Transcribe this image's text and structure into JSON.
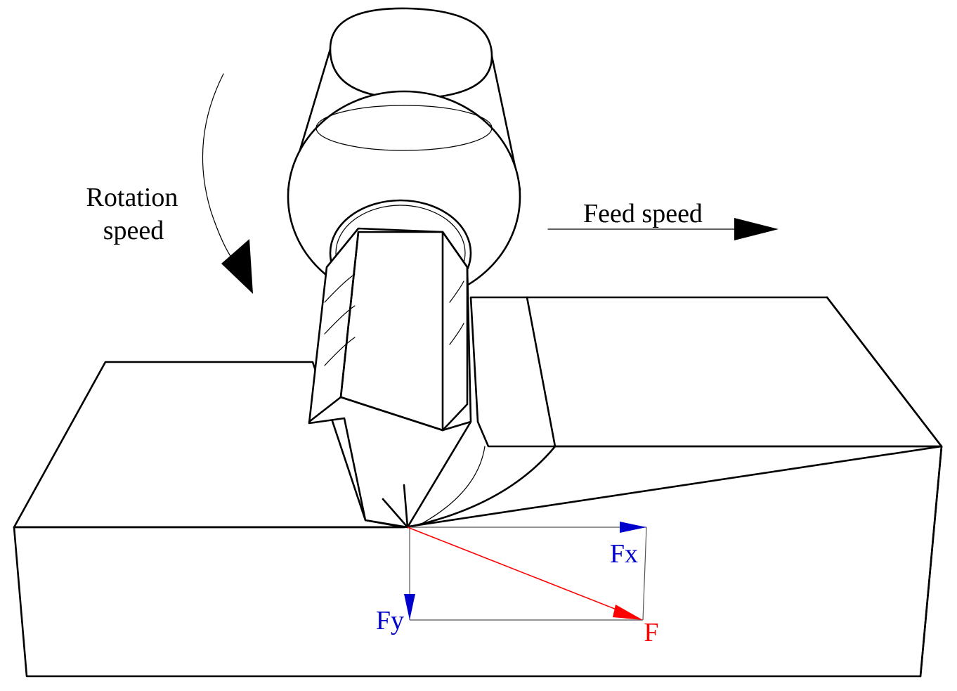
{
  "labels": {
    "rotation_line1": "Rotation",
    "rotation_line2": "speed",
    "feed": "Feed speed",
    "fx": "Fx",
    "fy": "Fy",
    "f": "F"
  },
  "colors": {
    "component_force": "#0000cc",
    "resultant_force": "#ff0000",
    "outline": "#000000"
  }
}
